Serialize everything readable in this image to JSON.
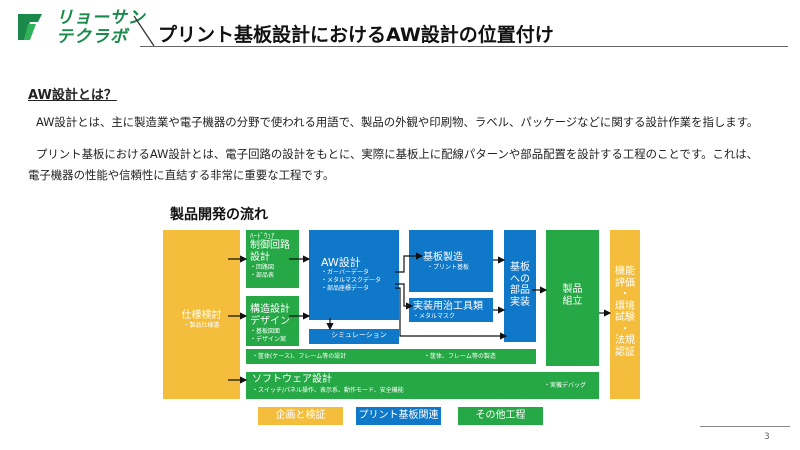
{
  "logo": {
    "line1": "リョーサン",
    "line2": "テクラボ"
  },
  "page_title": "プリント基板設計におけるAW設計の位置付け",
  "section_heading": "AW設計とは？",
  "paragraph1": "AW設計とは、主に製造業や電子機器の分野で使われる用語で、製品の外観や印刷物、ラベル、パッケージなどに関する設計作業を指します。",
  "paragraph2_line1": "プリント基板におけるAW設計とは、電子回路の設計をもとに、実際に基板上に配線パターンや部品配置を設計する工程のことです。これは、",
  "paragraph2_line2": "電子機器の性能や信頼性に直結する非常に重要な工程です。",
  "flow": {
    "title": "製品開発の流れ",
    "spec": {
      "title": "仕様検討",
      "sub": "・製品仕様書"
    },
    "hw": {
      "title_lines": [
        "ﾊｰﾄﾞｳｪｱ",
        "制御回路",
        "設計"
      ],
      "subs": [
        "・回路図",
        "・部品表"
      ]
    },
    "struct": {
      "title_lines": [
        "構造設計",
        "デザイン"
      ],
      "subs": [
        "・基板図面",
        "・デザイン案"
      ]
    },
    "aw": {
      "title": "AW設計",
      "subs": [
        "・ガーバーデータ",
        "・メタルマスクデータ",
        "・部品座標データ"
      ]
    },
    "sim": {
      "title": "シミュレーション"
    },
    "pcb_mfg": {
      "title": "基板製造",
      "sub": "・プリント基板"
    },
    "jig": {
      "title": "実装用治工具類",
      "sub": "・メタルマスク"
    },
    "mount": {
      "lines": [
        "基板",
        "への",
        "部品",
        "実装"
      ]
    },
    "assembly": {
      "lines": [
        "製品",
        "組立"
      ]
    },
    "eval": {
      "lines": [
        "機能",
        "評価",
        "・",
        "環境",
        "試験",
        "・",
        "法規",
        "認証"
      ]
    },
    "struct_bar": {
      "left": "・筐体(ケース)、フレーム等の設計",
      "right": "・筐体、フレーム等の製造"
    },
    "sw": {
      "title": "ソフトウェア設計",
      "sub": "・スイッチ/パネル操作、表示系、動作モード、安全機能",
      "right": "・実機デバッグ"
    }
  },
  "legend": [
    {
      "label": "企画と検証",
      "color": "#f4be3c"
    },
    {
      "label": "プリント基板関連",
      "color": "#0f78c8"
    },
    {
      "label": "その他工程",
      "color": "#25a845"
    }
  ],
  "page_number": "3"
}
